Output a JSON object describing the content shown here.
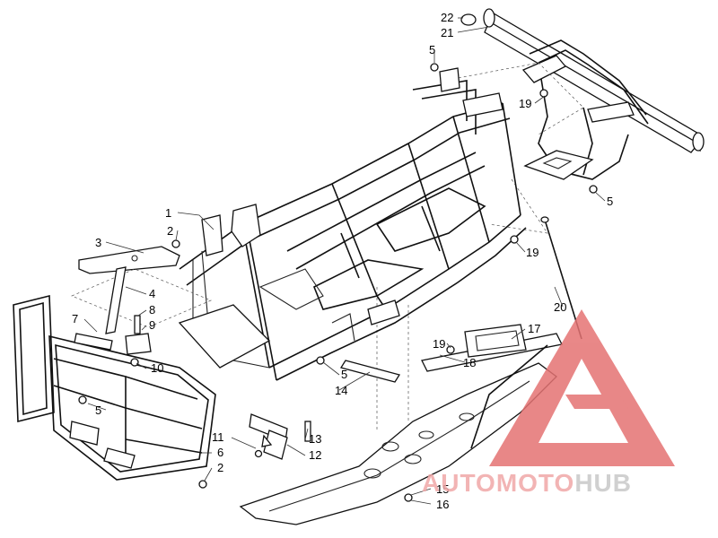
{
  "diagram": {
    "callouts": {
      "c1": "1",
      "c2a": "2",
      "c2b": "2",
      "c3": "3",
      "c4": "4",
      "c5a": "5",
      "c5b": "5",
      "c5c": "5",
      "c5d": "5",
      "c6": "6",
      "c7": "7",
      "c8": "8",
      "c9": "9",
      "c10": "10",
      "c11": "11",
      "c12": "12",
      "c13": "13",
      "c14": "14",
      "c15": "15",
      "c16": "16",
      "c17": "17",
      "c18": "18",
      "c19a": "19",
      "c19b": "19",
      "c19c": "19",
      "c20": "20",
      "c21": "21",
      "c22": "22"
    }
  },
  "watermark": {
    "brand_part1": "AUTOMOTO",
    "brand_part2": "HUB",
    "color_primary": "#f0a8a8",
    "color_accent": "#e57373",
    "color_secondary": "#c8c8c8"
  }
}
